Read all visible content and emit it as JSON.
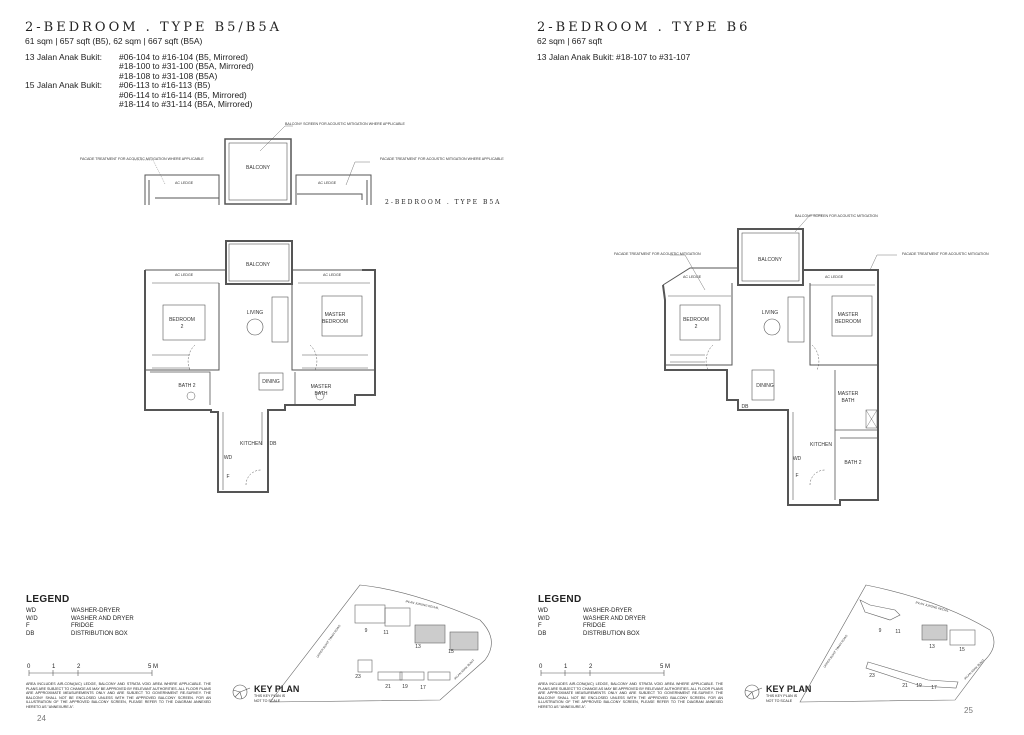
{
  "left_page": {
    "title": "2-BEDROOM . TYPE B5/B5A",
    "area": "61 sqm | 657 sqft (B5), 62 sqm | 667 sqft (B5A)",
    "units": [
      {
        "label": "13 Jalan Anak Bukit:",
        "value": "#06-104 to #16-104 (B5, Mirrored)"
      },
      {
        "label": "",
        "value": "#18-100 to #31-100 (B5A, Mirrored)"
      },
      {
        "label": "",
        "value": "#18-108 to #31-108 (B5A)"
      },
      {
        "label": "15 Jalan Anak Bukit:",
        "value": "#06-113 to #16-113 (B5)"
      },
      {
        "label": "",
        "value": "#06-114 to #16-114 (B5, Mirrored)"
      },
      {
        "label": "",
        "value": "#18-114 to #31-114 (B5A, Mirrored)"
      }
    ],
    "b5a_label": "2-BEDROOM . TYPE B5A",
    "callouts": {
      "balcony_screen": "BALCONY SCREEN FOR ACOUSTIC MITIGATION WHERE APPLICABLE",
      "facade_left": "FACADE TREATMENT FOR ACOUSTIC MITIGATION WHERE APPLICABLE",
      "facade_right": "FACADE TREATMENT FOR ACOUSTIC MITIGATION WHERE APPLICABLE"
    },
    "rooms": {
      "balcony": "BALCONY",
      "ac_ledge": "AC LEDGE",
      "living": "LIVING",
      "bedroom2_a": "BEDROOM",
      "bedroom2_b": "2",
      "master_a": "MASTER",
      "master_b": "BEDROOM",
      "bath2": "BATH 2",
      "dining": "DINING",
      "mbath_a": "MASTER",
      "mbath_b": "BATH",
      "kitchen": "KITCHEN",
      "db": "DB",
      "wd": "WD",
      "f": "F"
    },
    "page_number": "24",
    "key_plan_blocks": [
      "9",
      "11",
      "13",
      "15",
      "23",
      "21",
      "19",
      "17"
    ]
  },
  "right_page": {
    "title": "2-BEDROOM . TYPE B6",
    "area": "62 sqm | 667 sqft",
    "units": [
      {
        "label": "13 Jalan Anak Bukit:",
        "value": "#18-107 to #31-107"
      }
    ],
    "callouts": {
      "balcony_screen": "BALCONY SCREEN FOR ACOUSTIC MITIGATION",
      "facade_left": "FACADE TREATMENT FOR ACOUSTIC MITIGATION",
      "facade_right": "FACADE TREATMENT FOR ACOUSTIC MITIGATION"
    },
    "rooms": {
      "balcony": "BALCONY",
      "ac_ledge": "AC LEDGE",
      "living": "LIVING",
      "bedroom2_a": "BEDROOM",
      "bedroom2_b": "2",
      "master_a": "MASTER",
      "master_b": "BEDROOM",
      "bath2": "BATH 2",
      "dining": "DINING",
      "mbath_a": "MASTER",
      "mbath_b": "BATH",
      "kitchen": "KITCHEN",
      "db": "DB",
      "wd": "WD",
      "f": "F"
    },
    "page_number": "25",
    "key_plan_blocks": [
      "9",
      "11",
      "13",
      "15",
      "23",
      "21",
      "19",
      "17"
    ]
  },
  "legend": {
    "heading": "LEGEND",
    "items": [
      {
        "abbr": "WD",
        "desc": "WASHER-DRYER"
      },
      {
        "abbr": "W/D",
        "desc": "WASHER AND DRYER"
      },
      {
        "abbr": "F",
        "desc": "FRIDGE"
      },
      {
        "abbr": "DB",
        "desc": "DISTRIBUTION BOX"
      }
    ]
  },
  "scale_bar": {
    "ticks": [
      "0",
      "1",
      "2",
      "5 M"
    ]
  },
  "disclaimer": "AREA INCLUDES AIR-CON/(A/C) LEDGE, BALCONY AND STRATA VOID AREA WHERE APPLICABLE. THE PLANS ARE SUBJECT TO CHANGE AS MAY BE APPROVED BY RELEVANT AUTHORITIES. ALL FLOOR PLANS ARE APPROXIMATE MEASUREMENTS ONLY AND ARE SUBJECT TO GOVERNMENT RE-SURVEY. THE BALCONY SHALL NOT BE ENCLOSED UNLESS WITH THE APPROVED BALCONY SCREEN. FOR AN ILLUSTRATION OF THE APPROVED BALCONY SCREEN, PLEASE REFER TO THE DIAGRAM ANNEXED HERETO AS \"ANNEXURE A\".",
  "key_plan": {
    "title": "KEY PLAN",
    "note": "THIS KEY PLAN IS NOT TO SCALE",
    "roads": [
      "JALAN JURONG KECHIL",
      "UPPER BUKIT TIMAH ROAD",
      "JALAN ANAK BUKIT"
    ]
  }
}
